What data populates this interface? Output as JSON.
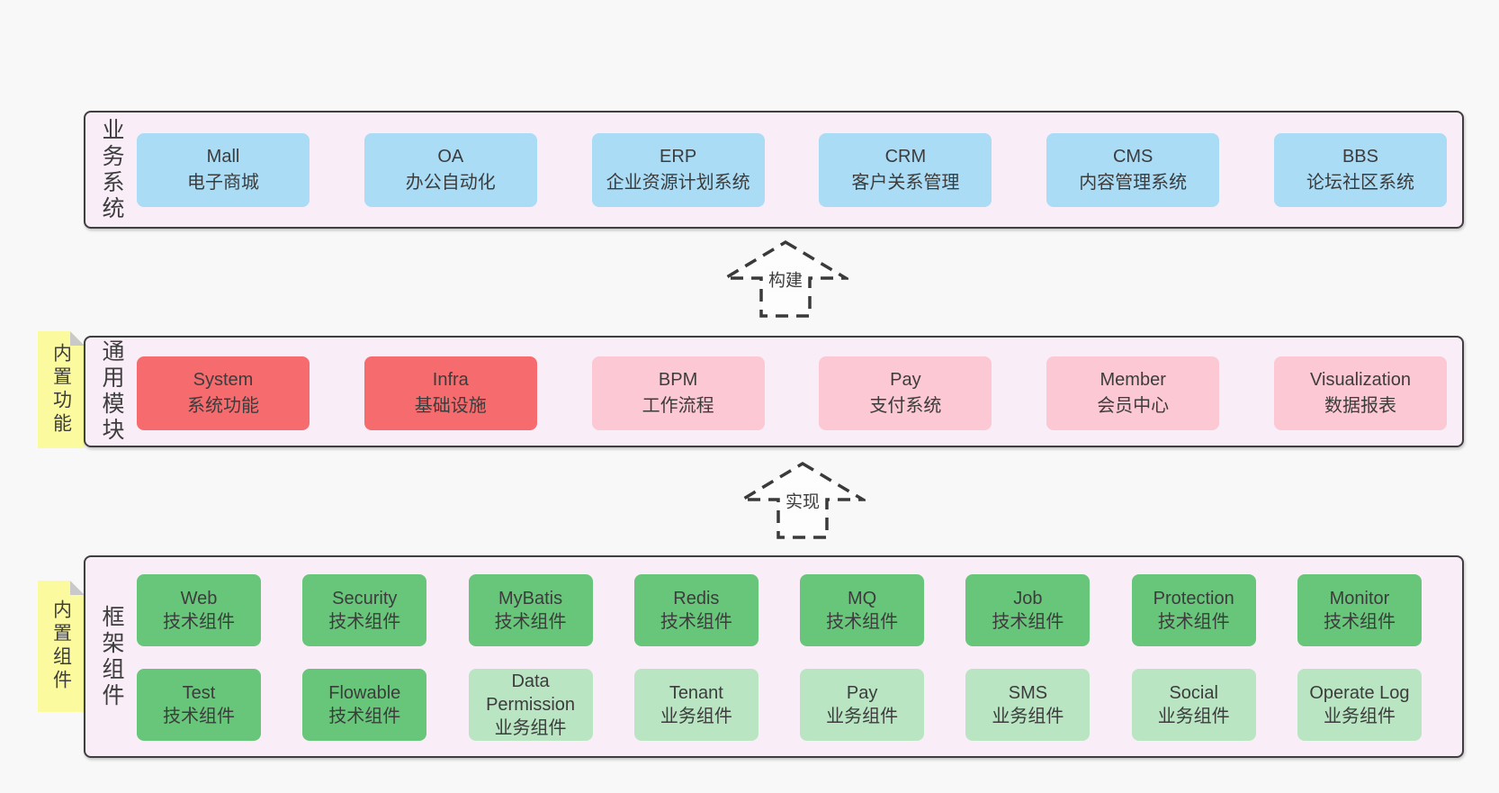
{
  "colors": {
    "page_background": "#f8f8f8",
    "layer_background": "#f9edf7",
    "layer_border": "#3f3f3f",
    "system_blue": "#aadcf6",
    "core_red": "#f56b6e",
    "module_pink": "#fbc8d3",
    "tech_green": "#68c67a",
    "biz_light_green": "#b9e5c3",
    "note_yellow": "#fbfa9e",
    "text": "#3d3d3d"
  },
  "arrows": [
    {
      "label": "构建"
    },
    {
      "label": "实现"
    }
  ],
  "layers": [
    {
      "title": "业务系统",
      "boxes": [
        {
          "name": "Mall",
          "desc": "电子商城"
        },
        {
          "name": "OA",
          "desc": "办公自动化"
        },
        {
          "name": "ERP",
          "desc": "企业资源计划系统"
        },
        {
          "name": "CRM",
          "desc": "客户关系管理"
        },
        {
          "name": "CMS",
          "desc": "内容管理系统"
        },
        {
          "name": "BBS",
          "desc": "论坛社区系统"
        }
      ]
    },
    {
      "title": "通用模块",
      "note": "内置功能",
      "boxes": [
        {
          "name": "System",
          "desc": "系统功能"
        },
        {
          "name": "Infra",
          "desc": "基础设施"
        },
        {
          "name": "BPM",
          "desc": "工作流程"
        },
        {
          "name": "Pay",
          "desc": "支付系统"
        },
        {
          "name": "Member",
          "desc": "会员中心"
        },
        {
          "name": "Visualization",
          "desc": "数据报表"
        }
      ]
    },
    {
      "title": "框架组件",
      "note": "内置组件",
      "rows": [
        [
          {
            "name": "Web",
            "desc": "技术组件"
          },
          {
            "name": "Security",
            "desc": "技术组件"
          },
          {
            "name": "MyBatis",
            "desc": "技术组件"
          },
          {
            "name": "Redis",
            "desc": "技术组件"
          },
          {
            "name": "MQ",
            "desc": "技术组件"
          },
          {
            "name": "Job",
            "desc": "技术组件"
          },
          {
            "name": "Protection",
            "desc": "技术组件"
          },
          {
            "name": "Monitor",
            "desc": "技术组件"
          }
        ],
        [
          {
            "name": "Test",
            "desc": "技术组件"
          },
          {
            "name": "Flowable",
            "desc": "技术组件"
          },
          {
            "name": "Data Permission",
            "desc": "业务组件"
          },
          {
            "name": "Tenant",
            "desc": "业务组件"
          },
          {
            "name": "Pay",
            "desc": "业务组件"
          },
          {
            "name": "SMS",
            "desc": "业务组件"
          },
          {
            "name": "Social",
            "desc": "业务组件"
          },
          {
            "name": "Operate Log",
            "desc": "业务组件"
          }
        ]
      ]
    }
  ]
}
